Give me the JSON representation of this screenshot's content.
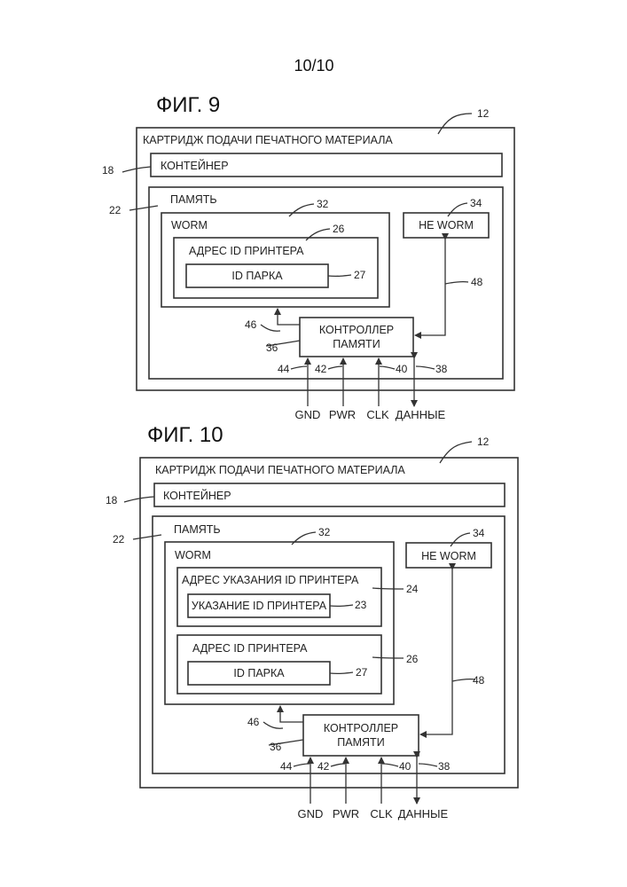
{
  "page_number": "10/10",
  "fig9": {
    "title": "ФИГ. 9",
    "cartridge_label": "КАРТРИДЖ ПОДАЧИ ПЕЧАТНОГО МАТЕРИАЛА",
    "container_label": "КОНТЕЙНЕР",
    "memory_label": "ПАМЯТЬ",
    "worm_label": "WORM",
    "printer_id_address_label": "АДРЕС ID ПРИНТЕРА",
    "fleet_id_label": "ID ПАРКА",
    "non_worm_label": "НЕ WORM",
    "controller_line1": "КОНТРОЛЛЕР",
    "controller_line2": "ПАМЯТИ",
    "signals": [
      "GND",
      "PWR",
      "CLK",
      "ДАННЫЕ"
    ],
    "refs": {
      "cartridge": "12",
      "container": "18",
      "memory": "22",
      "worm": "32",
      "address": "26",
      "fleet_id": "27",
      "non_worm": "34",
      "bus48": "48",
      "bus46": "46",
      "controller": "36",
      "gnd": "44",
      "pwr": "42",
      "clk": "40",
      "data": "38"
    }
  },
  "fig10": {
    "title": "ФИГ. 10",
    "cartridge_label": "КАРТРИДЖ ПОДАЧИ ПЕЧАТНОГО МАТЕРИАЛА",
    "container_label": "КОНТЕЙНЕР",
    "memory_label": "ПАМЯТЬ",
    "worm_label": "WORM",
    "indication_address_label": "АДРЕС УКАЗАНИЯ ID ПРИНТЕРА",
    "indication_label": "УКАЗАНИЕ ID ПРИНТЕРА",
    "printer_id_address_label": "АДРЕС ID ПРИНТЕРА",
    "fleet_id_label": "ID ПАРКА",
    "non_worm_label": "НЕ WORM",
    "controller_line1": "КОНТРОЛЛЕР",
    "controller_line2": "ПАМЯТИ",
    "signals": [
      "GND",
      "PWR",
      "CLK",
      "ДАННЫЕ"
    ],
    "refs": {
      "cartridge": "12",
      "container": "18",
      "memory": "22",
      "worm": "32",
      "indication_address": "24",
      "indication": "23",
      "address": "26",
      "fleet_id": "27",
      "non_worm": "34",
      "bus48": "48",
      "bus46": "46",
      "controller": "36",
      "gnd": "44",
      "pwr": "42",
      "clk": "40",
      "data": "38"
    }
  }
}
